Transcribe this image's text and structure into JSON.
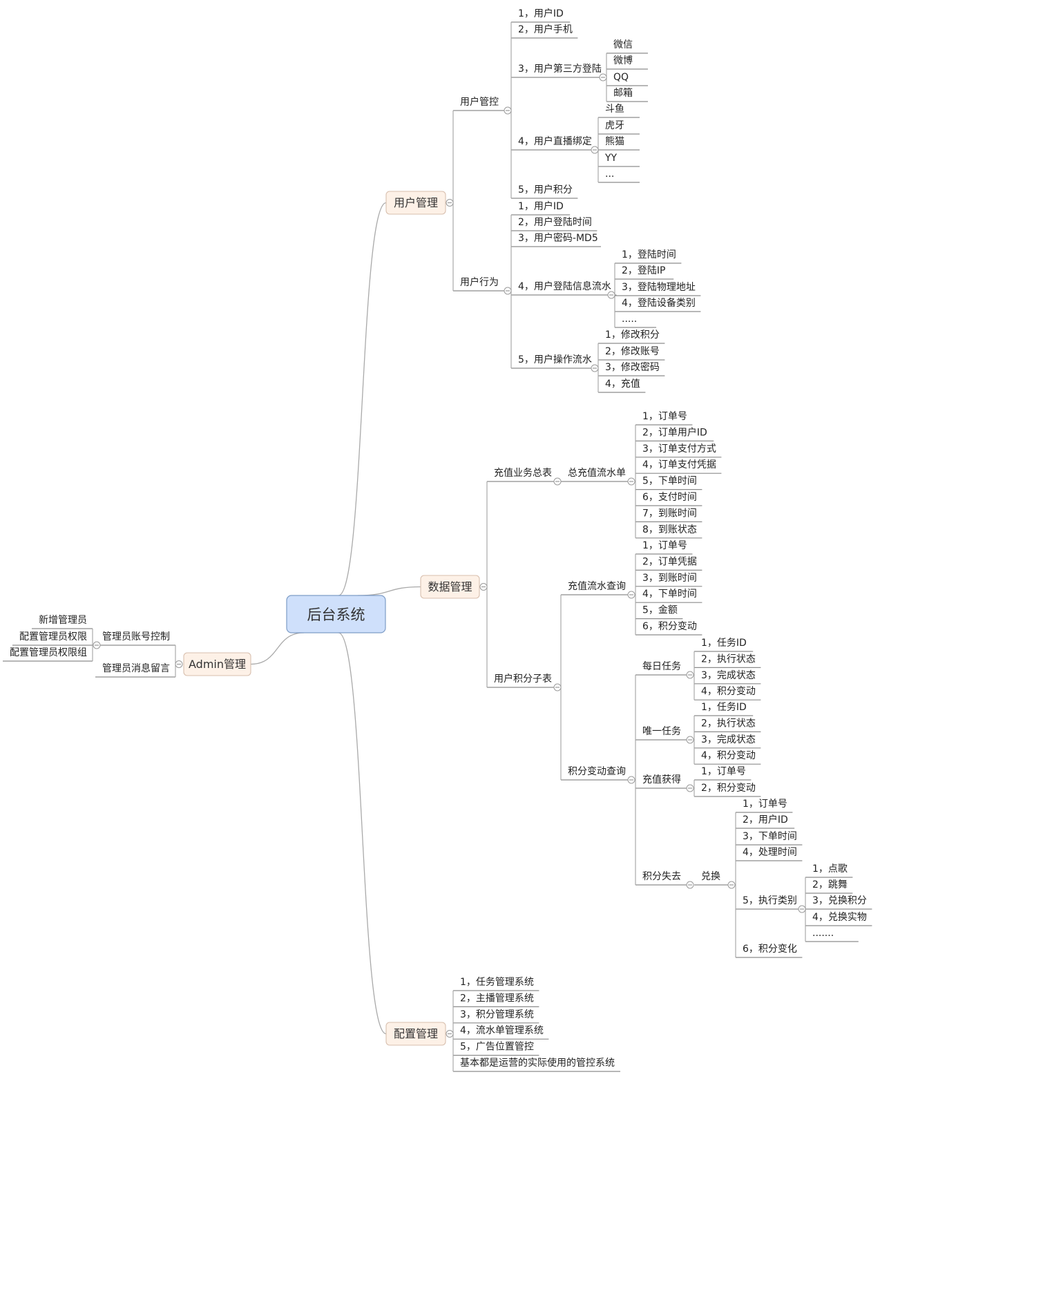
{
  "central": {
    "label": "后台系统"
  },
  "branches": [
    {
      "id": "user",
      "label": "用户管理",
      "children": [
        {
          "label": "用户管控",
          "children": [
            {
              "label": "1，用户ID"
            },
            {
              "label": "2，用户手机"
            },
            {
              "label": "3，用户第三方登陆",
              "children": [
                {
                  "label": "微信"
                },
                {
                  "label": "微博"
                },
                {
                  "label": "QQ"
                },
                {
                  "label": "邮箱"
                }
              ]
            },
            {
              "label": "4，用户直播绑定",
              "children": [
                {
                  "label": "斗鱼"
                },
                {
                  "label": "虎牙"
                },
                {
                  "label": "熊猫"
                },
                {
                  "label": "YY"
                },
                {
                  "label": "..."
                }
              ]
            },
            {
              "label": "5，用户积分"
            }
          ]
        },
        {
          "label": "用户行为",
          "children": [
            {
              "label": "1，用户ID"
            },
            {
              "label": "2，用户登陆时间"
            },
            {
              "label": "3，用户密码-MD5"
            },
            {
              "label": "4，用户登陆信息流水",
              "children": [
                {
                  "label": "1，登陆时间"
                },
                {
                  "label": "2，登陆IP"
                },
                {
                  "label": "3，登陆物理地址"
                },
                {
                  "label": "4，登陆设备类别"
                },
                {
                  "label": "....."
                }
              ]
            },
            {
              "label": "5，用户操作流水",
              "children": [
                {
                  "label": "1，修改积分"
                },
                {
                  "label": "2，修改账号"
                },
                {
                  "label": "3，修改密码"
                },
                {
                  "label": "4，充值"
                }
              ]
            }
          ]
        }
      ]
    },
    {
      "id": "data",
      "label": "数据管理",
      "children": [
        {
          "label": "充值业务总表",
          "children": [
            {
              "label": "总充值流水单",
              "children": [
                {
                  "label": "1，订单号"
                },
                {
                  "label": "2，订单用户ID"
                },
                {
                  "label": "3，订单支付方式"
                },
                {
                  "label": "4，订单支付凭据"
                },
                {
                  "label": "5，下单时间"
                },
                {
                  "label": "6，支付时间"
                },
                {
                  "label": "7，到账时间"
                },
                {
                  "label": "8，到账状态"
                }
              ]
            }
          ]
        },
        {
          "label": "用户积分子表",
          "children": [
            {
              "label": "充值流水查询",
              "children": [
                {
                  "label": "1，订单号"
                },
                {
                  "label": "2，订单凭据"
                },
                {
                  "label": "3，到账时间"
                },
                {
                  "label": "4，下单时间"
                },
                {
                  "label": "5，金额"
                },
                {
                  "label": "6，积分变动"
                }
              ]
            },
            {
              "label": "积分变动查询",
              "children": [
                {
                  "label": "每日任务",
                  "children": [
                    {
                      "label": "1，任务ID"
                    },
                    {
                      "label": "2，执行状态"
                    },
                    {
                      "label": "3，完成状态"
                    },
                    {
                      "label": "4，积分变动"
                    }
                  ]
                },
                {
                  "label": "唯一任务",
                  "children": [
                    {
                      "label": "1，任务ID"
                    },
                    {
                      "label": "2，执行状态"
                    },
                    {
                      "label": "3，完成状态"
                    },
                    {
                      "label": "4，积分变动"
                    }
                  ]
                },
                {
                  "label": "充值获得",
                  "children": [
                    {
                      "label": "1，订单号"
                    },
                    {
                      "label": "2，积分变动"
                    }
                  ]
                },
                {
                  "label": "积分失去",
                  "children": [
                    {
                      "label": "兑换",
                      "children": [
                        {
                          "label": "1，订单号"
                        },
                        {
                          "label": "2，用户ID"
                        },
                        {
                          "label": "3，下单时间"
                        },
                        {
                          "label": "4，处理时间"
                        },
                        {
                          "label": "5，执行类别",
                          "children": [
                            {
                              "label": "1，点歌"
                            },
                            {
                              "label": "2，跳舞"
                            },
                            {
                              "label": "3，兑换积分"
                            },
                            {
                              "label": "4，兑换实物"
                            },
                            {
                              "label": "......."
                            }
                          ]
                        },
                        {
                          "label": "6，积分变化"
                        }
                      ]
                    }
                  ]
                }
              ]
            }
          ]
        }
      ]
    },
    {
      "id": "config",
      "label": "配置管理",
      "children": [
        {
          "label": "1，任务管理系统"
        },
        {
          "label": "2，主播管理系统"
        },
        {
          "label": "3，积分管理系统"
        },
        {
          "label": "4，流水单管理系统"
        },
        {
          "label": "5，广告位置管控"
        },
        {
          "label": "基本都是运营的实际使用的管控系统"
        }
      ]
    },
    {
      "id": "admin",
      "label": "Admin管理",
      "children": [
        {
          "label": "管理员账号控制",
          "children": [
            {
              "label": "新增管理员"
            },
            {
              "label": "配置管理员权限"
            },
            {
              "label": "配置管理员权限组"
            }
          ]
        },
        {
          "label": "管理员消息留言"
        }
      ]
    }
  ],
  "colors": {
    "central_fill": "#cfe0fb",
    "central_stroke": "#7d9cc6",
    "branch_fill": "#fdf1e7",
    "branch_stroke": "#d8bfae",
    "line": "#a9a9a9",
    "text": "#222222"
  }
}
